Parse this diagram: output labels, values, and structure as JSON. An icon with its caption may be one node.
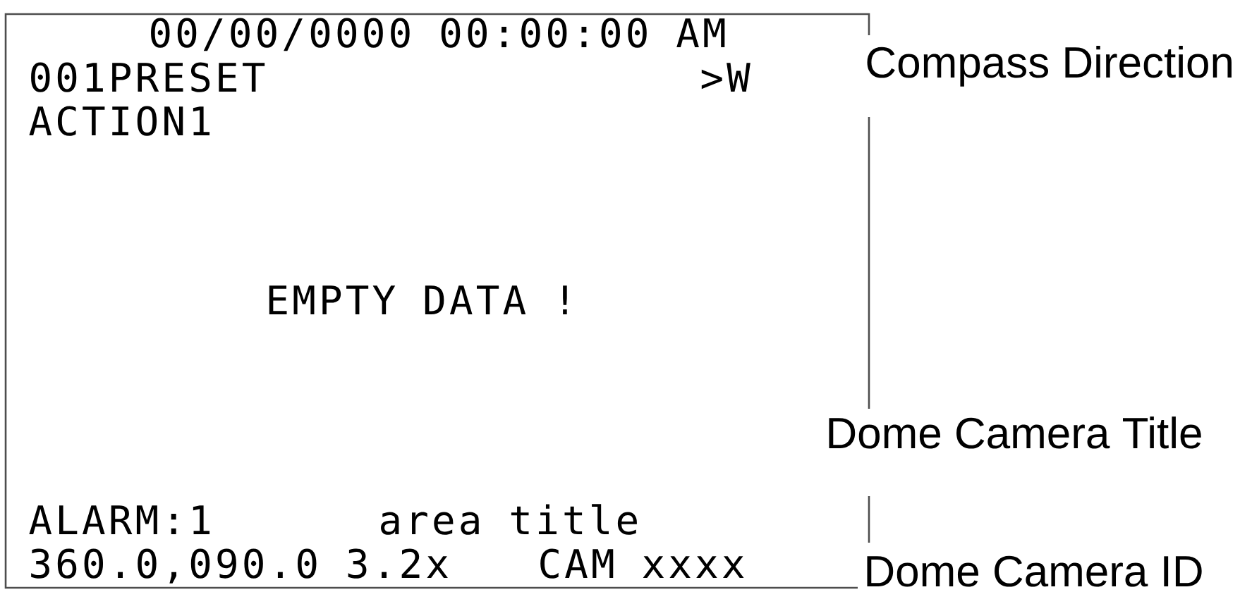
{
  "diagram": {
    "nodes": [
      {
        "text": [
          "00/00/0000 00:00:00 AM",
          "001PRESET",
          ">W",
          "ACTION1",
          "EMPTY DATA !",
          "ALARM:1",
          "area title",
          "360.0,090.0 3.2x",
          "CAM xxxx"
        ]
      }
    ],
    "labels": [
      "Compass Direction",
      "Dome Camera Title",
      "Dome Camera ID"
    ]
  }
}
